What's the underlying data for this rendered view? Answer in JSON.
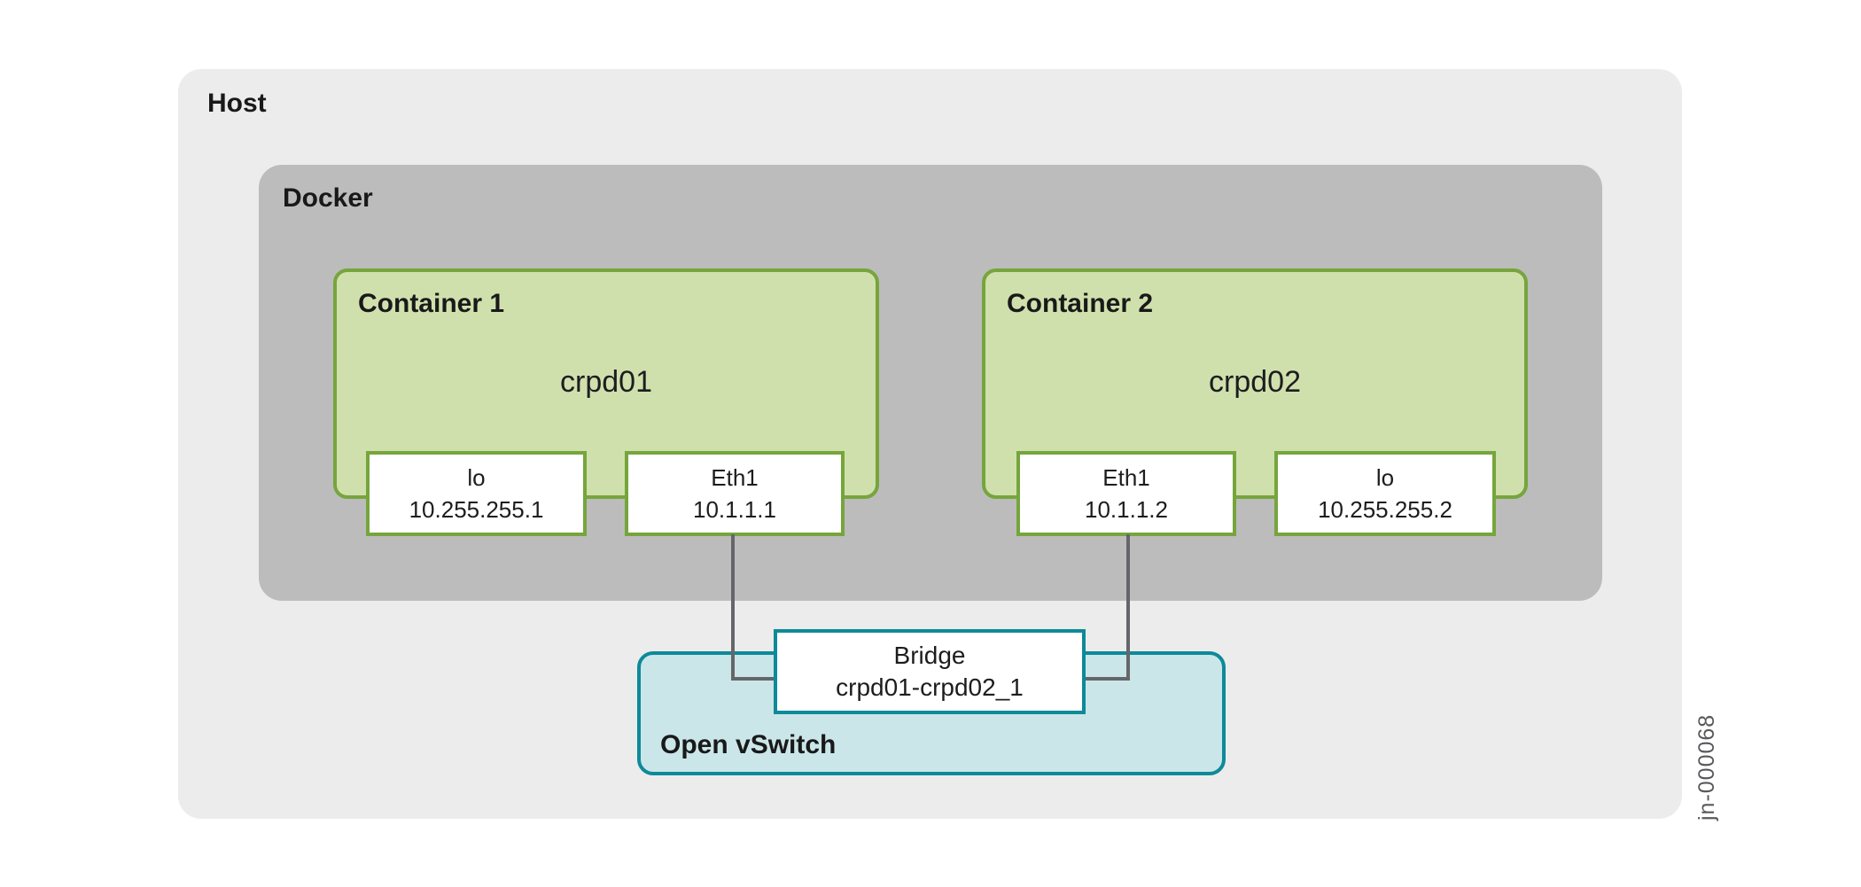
{
  "host": {
    "label": "Host"
  },
  "docker": {
    "label": "Docker"
  },
  "containers": [
    {
      "label": "Container 1",
      "name": "crpd01",
      "interfaces": [
        {
          "name": "lo",
          "ip": "10.255.255.1"
        },
        {
          "name": "Eth1",
          "ip": "10.1.1.1"
        }
      ]
    },
    {
      "label": "Container 2",
      "name": "crpd02",
      "interfaces": [
        {
          "name": "Eth1",
          "ip": "10.1.1.2"
        },
        {
          "name": "lo",
          "ip": "10.255.255.2"
        }
      ]
    }
  ],
  "ovs": {
    "label": "Open vSwitch",
    "bridge": {
      "title": "Bridge",
      "name": "crpd01-crpd02_1"
    }
  },
  "figure_id": "jn-000068",
  "colors": {
    "host_fill": "#ececec",
    "docker_fill": "#bcbcbc",
    "container_fill": "#d0e0ad",
    "container_border": "#76a53c",
    "ovs_fill": "#cbe6e9",
    "ovs_border": "#0d8a99",
    "connector_line": "#65666a",
    "text": "#1d1d1f",
    "figure_id_text": "#58595b"
  }
}
